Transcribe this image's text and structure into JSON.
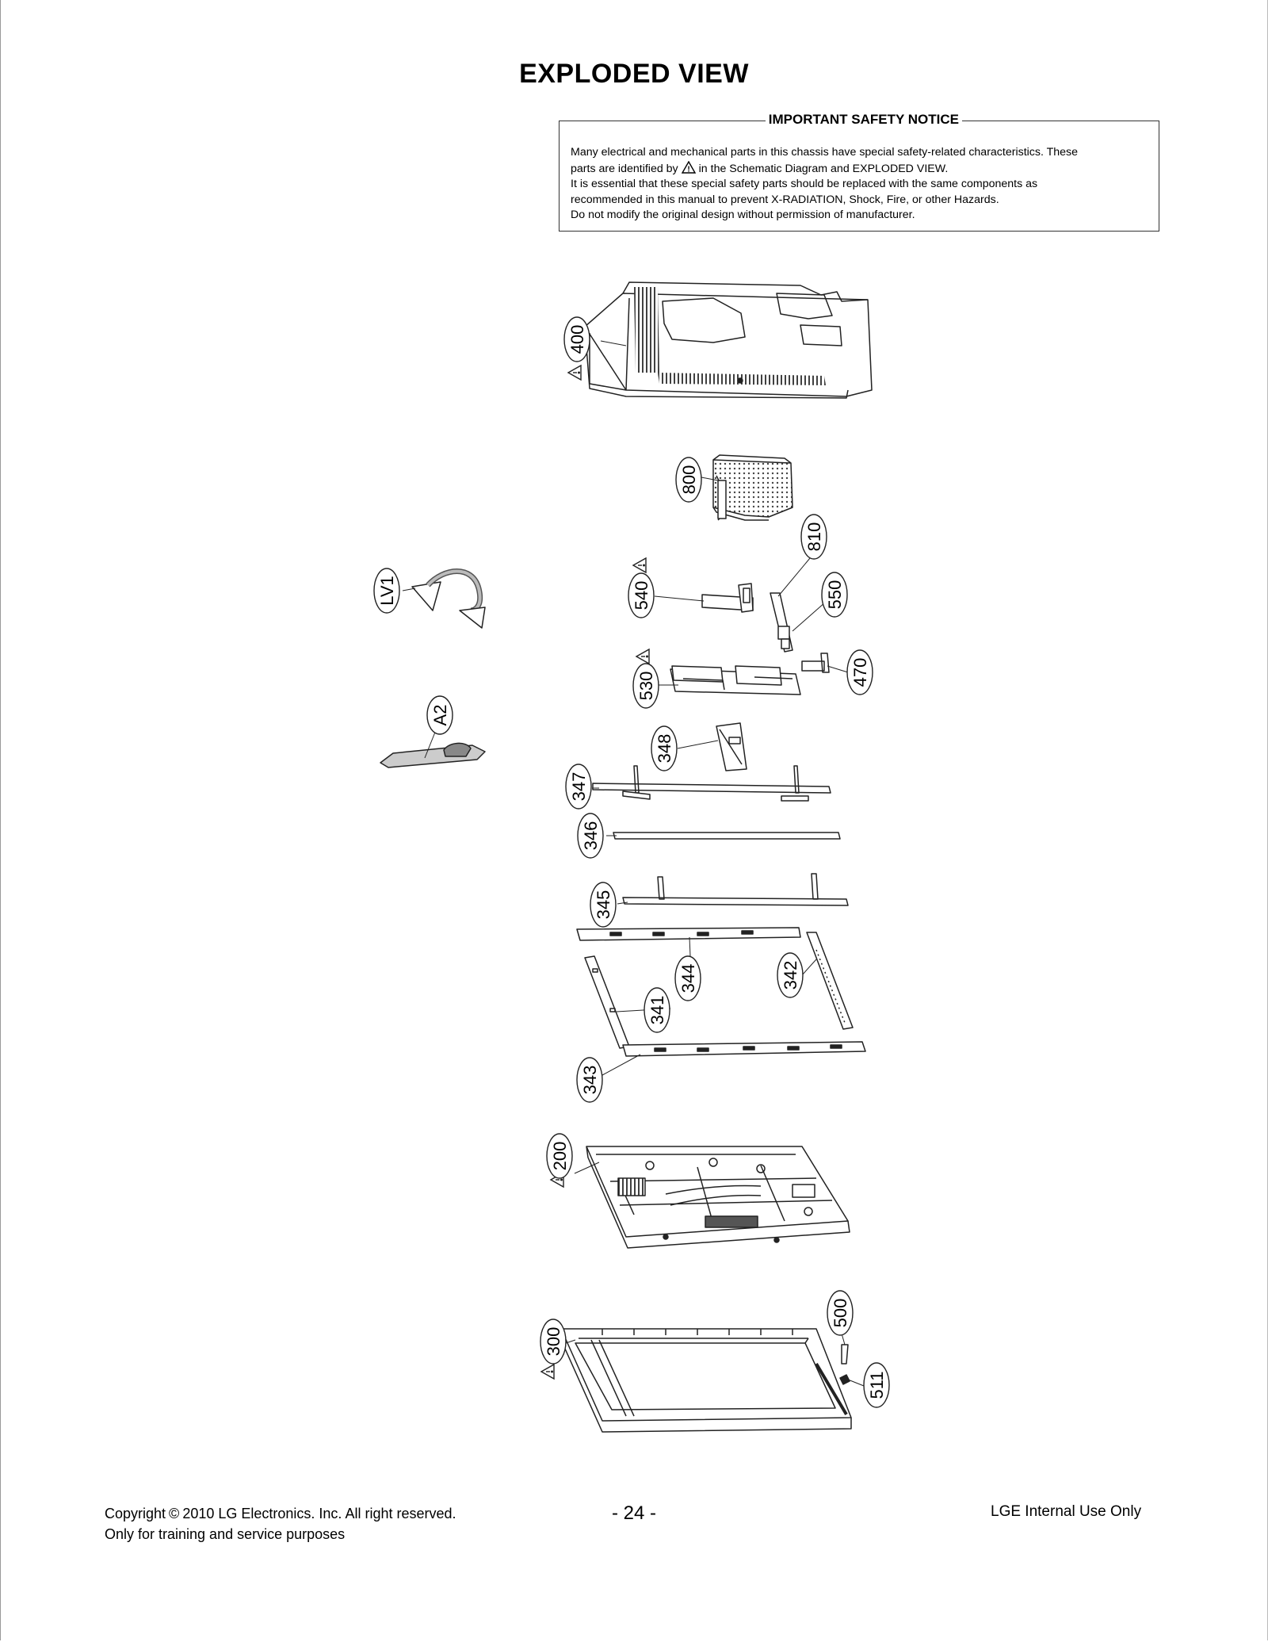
{
  "page": {
    "title": "EXPLODED VIEW"
  },
  "notice": {
    "title": "IMPORTANT SAFETY NOTICE",
    "line1": "Many electrical and mechanical parts in this chassis have special safety-related characteristics. These",
    "line2_before": "parts are identified by",
    "line2_after": "in the Schematic Diagram and EXPLODED VIEW.",
    "line3": "It is essential that these special safety parts should be replaced with the same components as",
    "line4": "recommended in this manual to prevent X-RADIATION, Shock, Fire, or other Hazards.",
    "line5": "Do not modify the original design without permission of manufacturer."
  },
  "parts": {
    "p400": "400",
    "p800": "800",
    "p810": "810",
    "p540": "540",
    "p550": "550",
    "p530": "530",
    "p470": "470",
    "pLV1": "LV1",
    "pA2": "A2",
    "p348": "348",
    "p347": "347",
    "p346": "346",
    "p345": "345",
    "p344": "344",
    "p342": "342",
    "p341": "341",
    "p343": "343",
    "p200": "200",
    "p300": "300",
    "p500": "500",
    "p511": "511"
  },
  "footer": {
    "copyright_word": "Copyright",
    "copyright_symbol": "©",
    "year": "2010",
    "company": "LG Electronics. Inc. All right reserved.",
    "purpose": "Only for training and service purposes",
    "page_number": "- 24 -",
    "internal": "LGE Internal Use Only"
  },
  "icons": {
    "safety_mark": "warning-triangle-icon"
  }
}
